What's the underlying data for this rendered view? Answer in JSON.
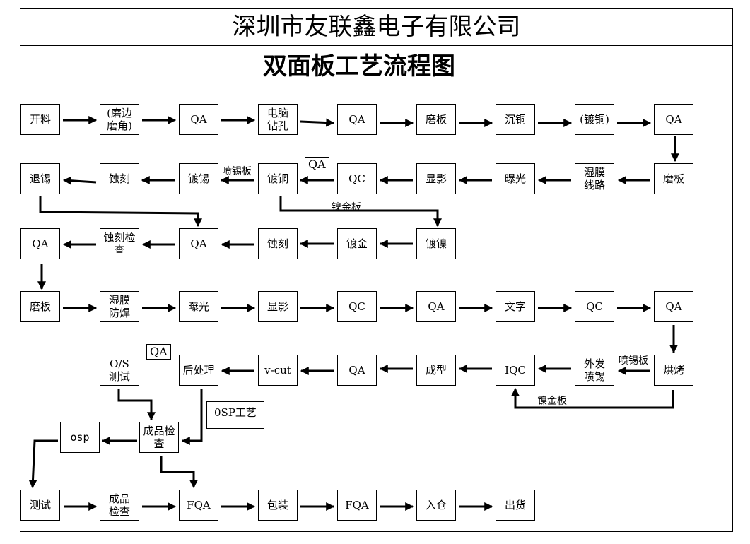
{
  "company": "深圳市友联鑫电子有限公司",
  "title": "双面板工艺流程图",
  "nodes": {
    "n1": "开料",
    "n2": "(磨边\n磨角)",
    "n3": "QA",
    "n4": "电脑\n钻孔",
    "n5": "QA",
    "n6": "磨板",
    "n7": "沉铜",
    "n8": "(镀铜)",
    "n9": "QA",
    "n10": "退锡",
    "n11": "蚀刻",
    "n12": "镀锡",
    "n13": "镀铜",
    "n14": "QC",
    "n15": "显影",
    "n16": "曝光",
    "n17": "湿膜\n线路",
    "n18": "磨板",
    "n19": "QA",
    "n20": "蚀刻检\n查",
    "n21": "QA",
    "n22": "蚀刻",
    "n23": "镀金",
    "n24": "镀镍",
    "n25": "磨板",
    "n26": "湿膜\n防焊",
    "n27": "曝光",
    "n28": "显影",
    "n29": "QC",
    "n30": "QA",
    "n31": "文字",
    "n32": "QC",
    "n33": "QA",
    "n34": "O/S\n测试",
    "n35": "后处理",
    "n36": "v-cut",
    "n37": "QA",
    "n38": "成型",
    "n39": "IQC",
    "n40": "外发\n喷锡",
    "n41": "烘烤",
    "n42": "osp",
    "n43": "成品检\n查",
    "n44": "测试",
    "n45": "成品\n检查",
    "n46": "FQA",
    "n47": "包装",
    "n48": "FQA",
    "n49": "入仓",
    "n50": "出货"
  },
  "notes": {
    "spray_tin_1": "喷锡板",
    "qa_box_1": "QA",
    "nickel_gold_1": "镍金板",
    "qa_box_2": "QA",
    "osp_process": "0SP工艺",
    "spray_tin_2": "喷锡板",
    "nickel_gold_2": "镍金板"
  }
}
